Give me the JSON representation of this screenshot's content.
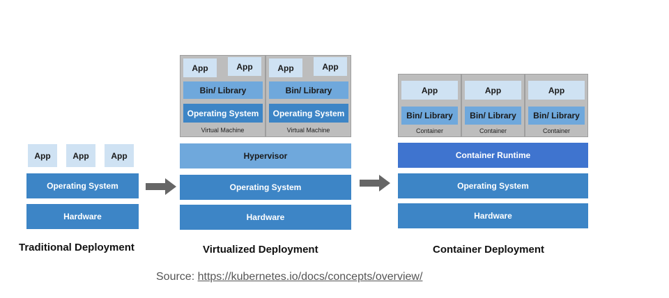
{
  "traditional": {
    "apps": [
      "App",
      "App",
      "App"
    ],
    "os": "Operating System",
    "hardware": "Hardware",
    "caption": "Traditional Deployment"
  },
  "virtualized": {
    "vms": [
      {
        "apps": [
          "App",
          "App"
        ],
        "bin": "Bin/ Library",
        "os": "Operating System",
        "label": "Virtual Machine"
      },
      {
        "apps": [
          "App",
          "App"
        ],
        "bin": "Bin/ Library",
        "os": "Operating System",
        "label": "Virtual Machine"
      }
    ],
    "hypervisor": "Hypervisor",
    "os": "Operating System",
    "hardware": "Hardware",
    "caption": "Virtualized Deployment"
  },
  "container": {
    "containers": [
      {
        "app": "App",
        "bin": "Bin/ Library",
        "label": "Container"
      },
      {
        "app": "App",
        "bin": "Bin/ Library",
        "label": "Container"
      },
      {
        "app": "App",
        "bin": "Bin/ Library",
        "label": "Container"
      }
    ],
    "runtime": "Container Runtime",
    "os": "Operating System",
    "hardware": "Hardware",
    "caption": "Container Deployment"
  },
  "source": {
    "prefix": "Source: ",
    "link": "https://kubernetes.io/docs/concepts/overview/"
  },
  "colors": {
    "app": "#cfe2f3",
    "layer": "#3d85c6",
    "hypervisor": "#6fa8dc",
    "runtime": "#3f74cf",
    "arrow": "#666666"
  }
}
